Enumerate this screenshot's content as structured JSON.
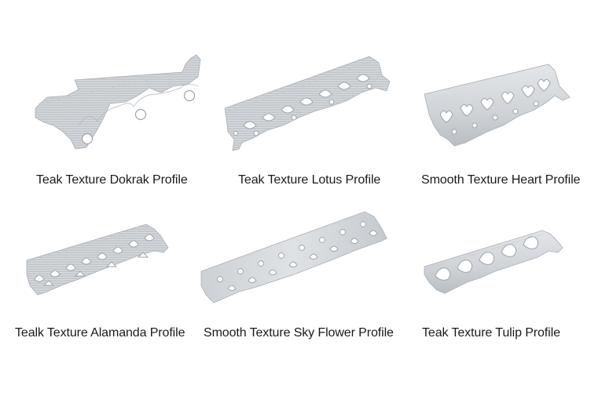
{
  "products": [
    {
      "caption": "Teak Texture Dokrak Profile",
      "icon": "dokrak-profile-strip"
    },
    {
      "caption": "Teak Texture Lotus Profile",
      "icon": "lotus-profile-strip"
    },
    {
      "caption": "Smooth Texture Heart Profile",
      "icon": "heart-profile-strip"
    },
    {
      "caption": "Tealk Texture Alamanda Profile",
      "icon": "alamanda-profile-strip"
    },
    {
      "caption": "Smooth Texture Sky Flower Profile",
      "icon": "sky-flower-profile-strip"
    },
    {
      "caption": "Teak Texture Tulip Profile",
      "icon": "tulip-profile-strip"
    }
  ],
  "colors": {
    "metal_light": "#d9dde1",
    "metal_mid": "#c3c8cd",
    "metal_dark": "#9ea4aa",
    "background": "#ffffff",
    "text": "#1a1a1a"
  }
}
